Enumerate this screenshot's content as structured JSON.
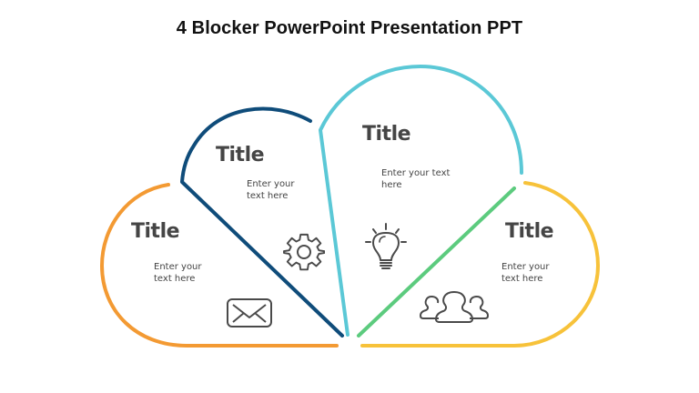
{
  "header": {
    "title": "4 Blocker PowerPoint Presentation PPT"
  },
  "colors": {
    "orange": "#F39A33",
    "dark_blue": "#0F4C7A",
    "cyan": "#5BC8D6",
    "green": "#5CCB7E",
    "yellow": "#F7C23A",
    "icon": "#4A4A4A",
    "title_text": "#454545"
  },
  "blocks": [
    {
      "id": "orange",
      "title": "Title",
      "text_line1": "Enter your",
      "text_line2": "text here",
      "icon": "envelope-icon"
    },
    {
      "id": "dark-blue",
      "title": "Title",
      "text_line1": "Enter your",
      "text_line2": "text here",
      "icon": "gear-icon"
    },
    {
      "id": "cyan",
      "title": "Title",
      "text_line1": "Enter your text",
      "text_line2": "here",
      "icon": "lightbulb-icon"
    },
    {
      "id": "yellow",
      "title": "Title",
      "text_line1": "Enter your",
      "text_line2": "text here",
      "icon": "people-group-icon"
    }
  ]
}
